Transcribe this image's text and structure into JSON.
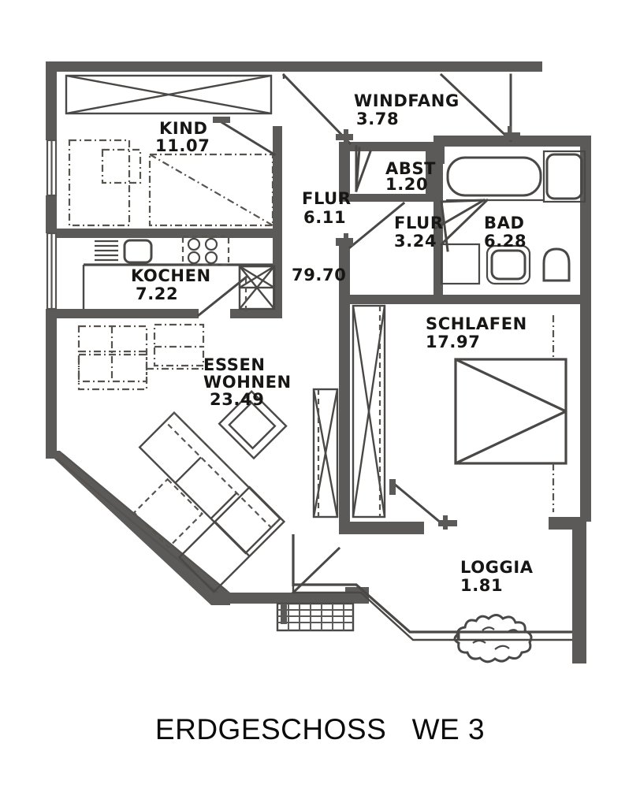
{
  "caption": "ERDGESCHOSS   WE 3",
  "total_area": "79.70",
  "rooms": [
    {
      "key": "kind",
      "name": "KIND",
      "area": "11.07"
    },
    {
      "key": "windfang",
      "name": "WINDFANG",
      "area": "3.78"
    },
    {
      "key": "abst",
      "name": "ABST",
      "area": "1.20"
    },
    {
      "key": "flur1",
      "name": "FLUR",
      "area": "6.11"
    },
    {
      "key": "flur2",
      "name": "FLUR",
      "area": "3.24"
    },
    {
      "key": "bad",
      "name": "BAD",
      "area": "6.28"
    },
    {
      "key": "kochen",
      "name": "KOCHEN",
      "area": "7.22"
    },
    {
      "key": "essen",
      "name": "ESSEN",
      "name2": "WOHNEN",
      "area": "23.49"
    },
    {
      "key": "schlafen",
      "name": "SCHLAFEN",
      "area": "17.97"
    },
    {
      "key": "loggia",
      "name": "LOGGIA",
      "area": "1.81"
    }
  ],
  "labels": {
    "kind_name": "KIND",
    "kind_area": "11.07",
    "windfang_name": "WINDFANG",
    "windfang_area": "3.78",
    "abst_name": "ABST",
    "abst_area": "1.20",
    "flur1_name": "FLUR",
    "flur1_area": "6.11",
    "flur2_name": "FLUR",
    "flur2_area": "3.24",
    "bad_name": "BAD",
    "bad_area": "6.28",
    "kochen_name": "KOCHEN",
    "kochen_area": "7.22",
    "essen_name": "ESSEN",
    "essen_name2": "WOHNEN",
    "essen_area": "23.49",
    "schlafen_name": "SCHLAFEN",
    "schlafen_area": "17.97",
    "loggia_name": "LOGGIA",
    "loggia_area": "1.81",
    "total": "79.70"
  },
  "colors": {
    "wall": "#5c5a58",
    "line": "#4a4846",
    "text": "#171615",
    "background": "#ffffff"
  },
  "fixtures": [
    "bathtub",
    "shower",
    "toilet",
    "sink",
    "washbasin",
    "kitchen-sink",
    "stove-4-burner",
    "kitchen-counter",
    "bed-double",
    "bed-single",
    "desk",
    "wardrobe",
    "dining-table",
    "dining-chairs",
    "sofa-corner",
    "armchair",
    "planter",
    "door-mat-grate"
  ]
}
